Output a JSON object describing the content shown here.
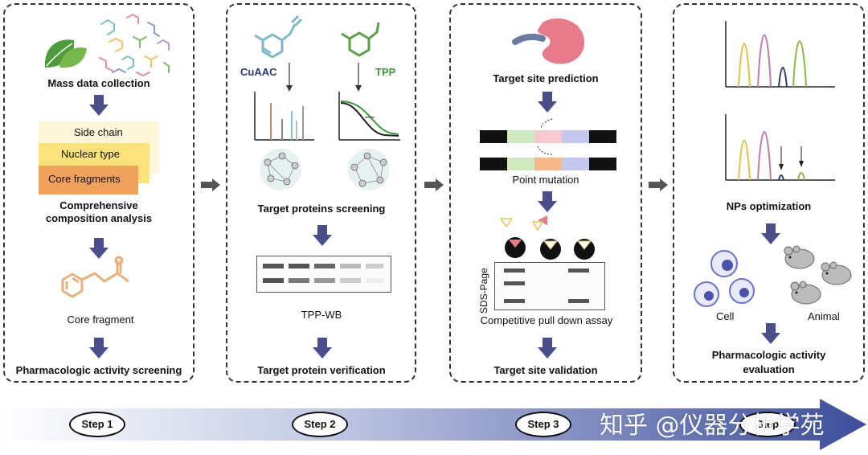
{
  "panel1": {
    "mass_data": "Mass data collection",
    "side_chain": "Side chain",
    "nuclear_type": "Nuclear type",
    "core_fragments": "Core fragments",
    "comp_analysis_1": "Comprehensive",
    "comp_analysis_2": "composition analysis",
    "core_fragment": "Core fragment",
    "pharma_screening": "Pharmacologic activity screening"
  },
  "panel2": {
    "cuaac": "CuAAC",
    "tpp": "TPP",
    "target_screening": "Target proteins screening",
    "tpp_wb": "TPP-WB",
    "target_verification": "Target protein verification"
  },
  "panel3": {
    "site_prediction": "Target site prediction",
    "point_mutation": "Point mutation",
    "sds_page": "SDS-Page",
    "pull_down": "Competitive pull down assay",
    "site_validation": "Target site validation"
  },
  "panel4": {
    "nps_optimization": "NPs optimization",
    "cell": "Cell",
    "animal": "Animal",
    "pharma_eval_1": "Pharmacologic activity",
    "pharma_eval_2": "evaluation"
  },
  "steps": [
    "Step  1",
    "Step  2",
    "Step  3",
    "Step"
  ],
  "watermark": "知乎 @仪器分析学苑",
  "colors": {
    "arrow": "#4a4f8c",
    "leaf": "#4f9a3a",
    "side_chain": "#fdf6d8",
    "nuclear_type": "#fbe27a",
    "core_fragments": "#f0a25a",
    "core_fragment_mol": "#e8b07c",
    "cuaac": "#2d3a78",
    "tpp": "#3b9a3b",
    "receptor": "#e87a8a",
    "band_dark": "#555555",
    "band_light": "#bbbbbb"
  }
}
